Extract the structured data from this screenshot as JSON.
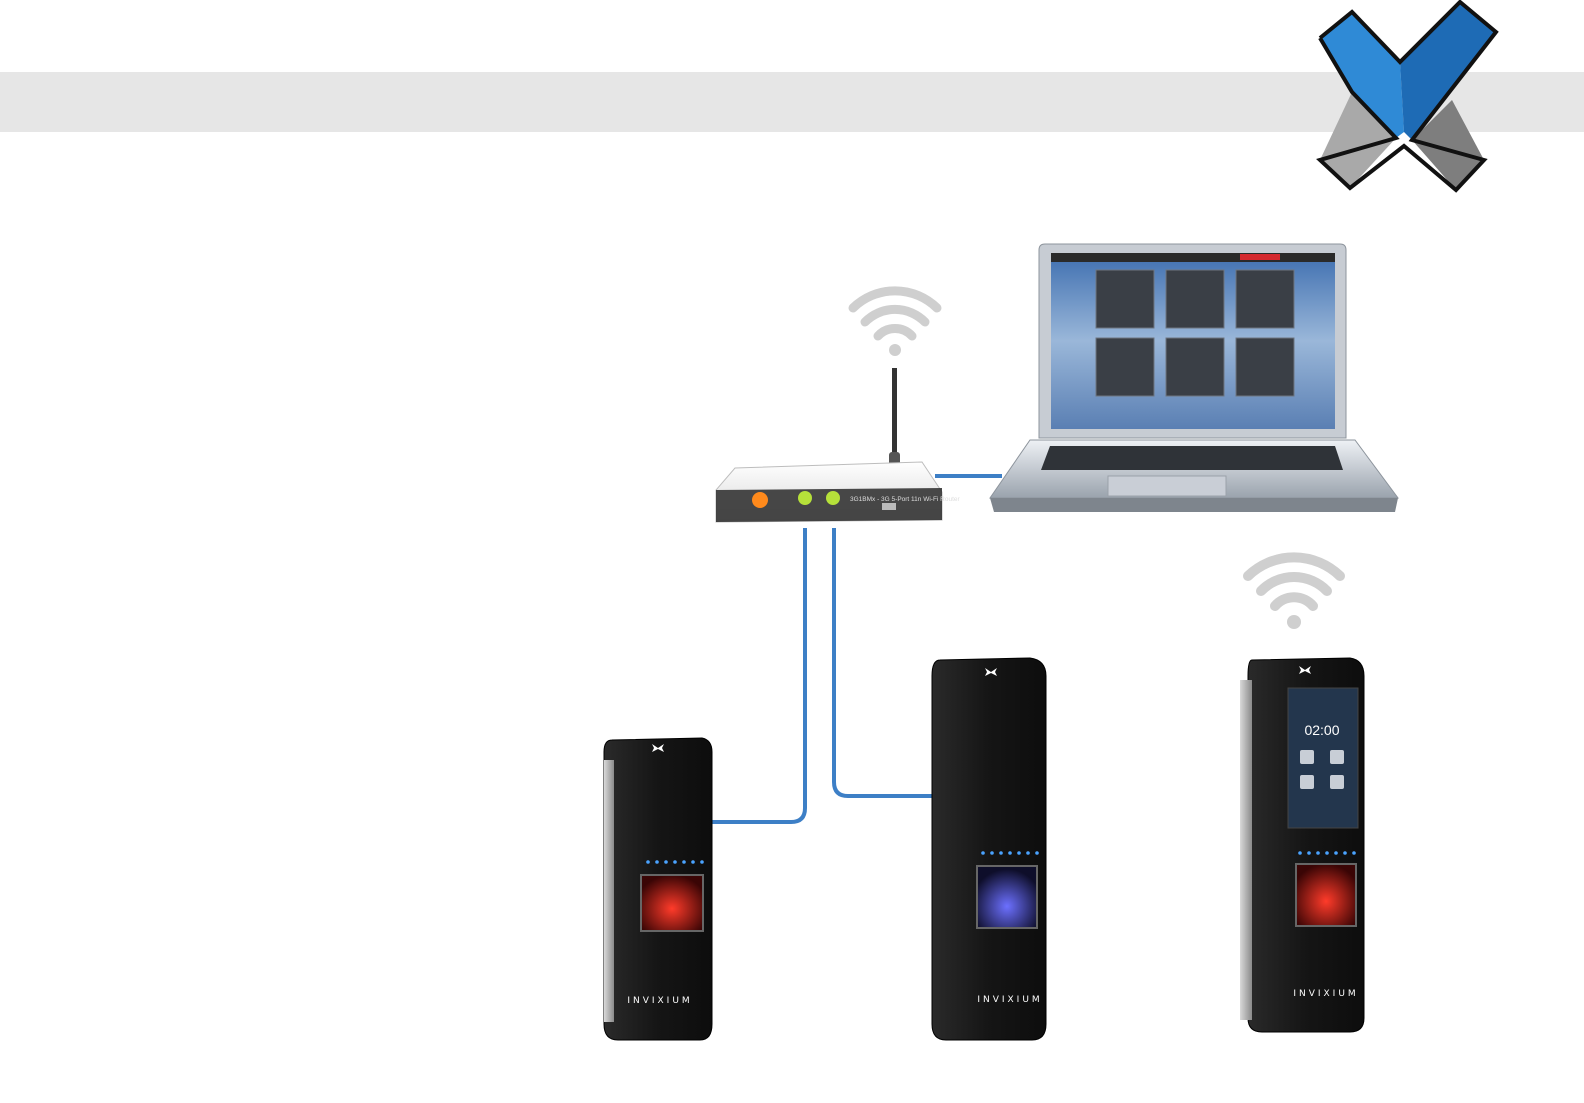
{
  "colors": {
    "background": "#ffffff",
    "banner": "#e6e6e6",
    "cable": "#3d7fc6",
    "logo_blue": "#1f6fb6",
    "logo_gray": "#8f8f8f",
    "device_body": "#151515",
    "led_blue": "#4aa3ff",
    "sensor_red": "#e0251b",
    "sensor_blue": "#5a62ff",
    "router_orange": "#ff8a1c",
    "router_green": "#b6e13a"
  },
  "icons": {
    "logo": "x-logo-icon",
    "wifi": "wifi-icon"
  },
  "router": {
    "label": "3G1BMx - 3G 5-Port 11n Wi-Fi Router"
  },
  "devices": [
    {
      "brand": "INVIXIUM",
      "sensor": "red"
    },
    {
      "brand": "INVIXIUM",
      "sensor": "blue"
    },
    {
      "brand": "INVIXIUM",
      "sensor": "red",
      "screen_time": "02:00"
    }
  ]
}
